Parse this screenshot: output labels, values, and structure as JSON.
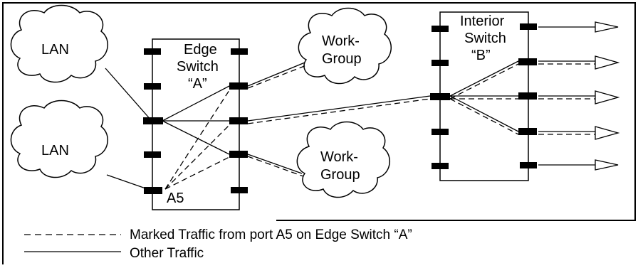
{
  "clouds": {
    "lan_top": "LAN",
    "lan_bottom": "LAN",
    "workgroup_top": [
      "Work-",
      "Group"
    ],
    "workgroup_bottom": [
      "Work-",
      "Group"
    ]
  },
  "edge_switch": {
    "label_lines": [
      "Edge",
      "Switch",
      "“A”"
    ],
    "port_label": "A5"
  },
  "interior_switch": {
    "label_lines": [
      "Interior",
      "Switch",
      "“B”"
    ]
  },
  "legend": {
    "dashed_label": "Marked Traffic from port A5 on Edge Switch “A”",
    "solid_label": "Other Traffic"
  },
  "colors": {
    "stroke": "#000000",
    "background": "#ffffff"
  }
}
